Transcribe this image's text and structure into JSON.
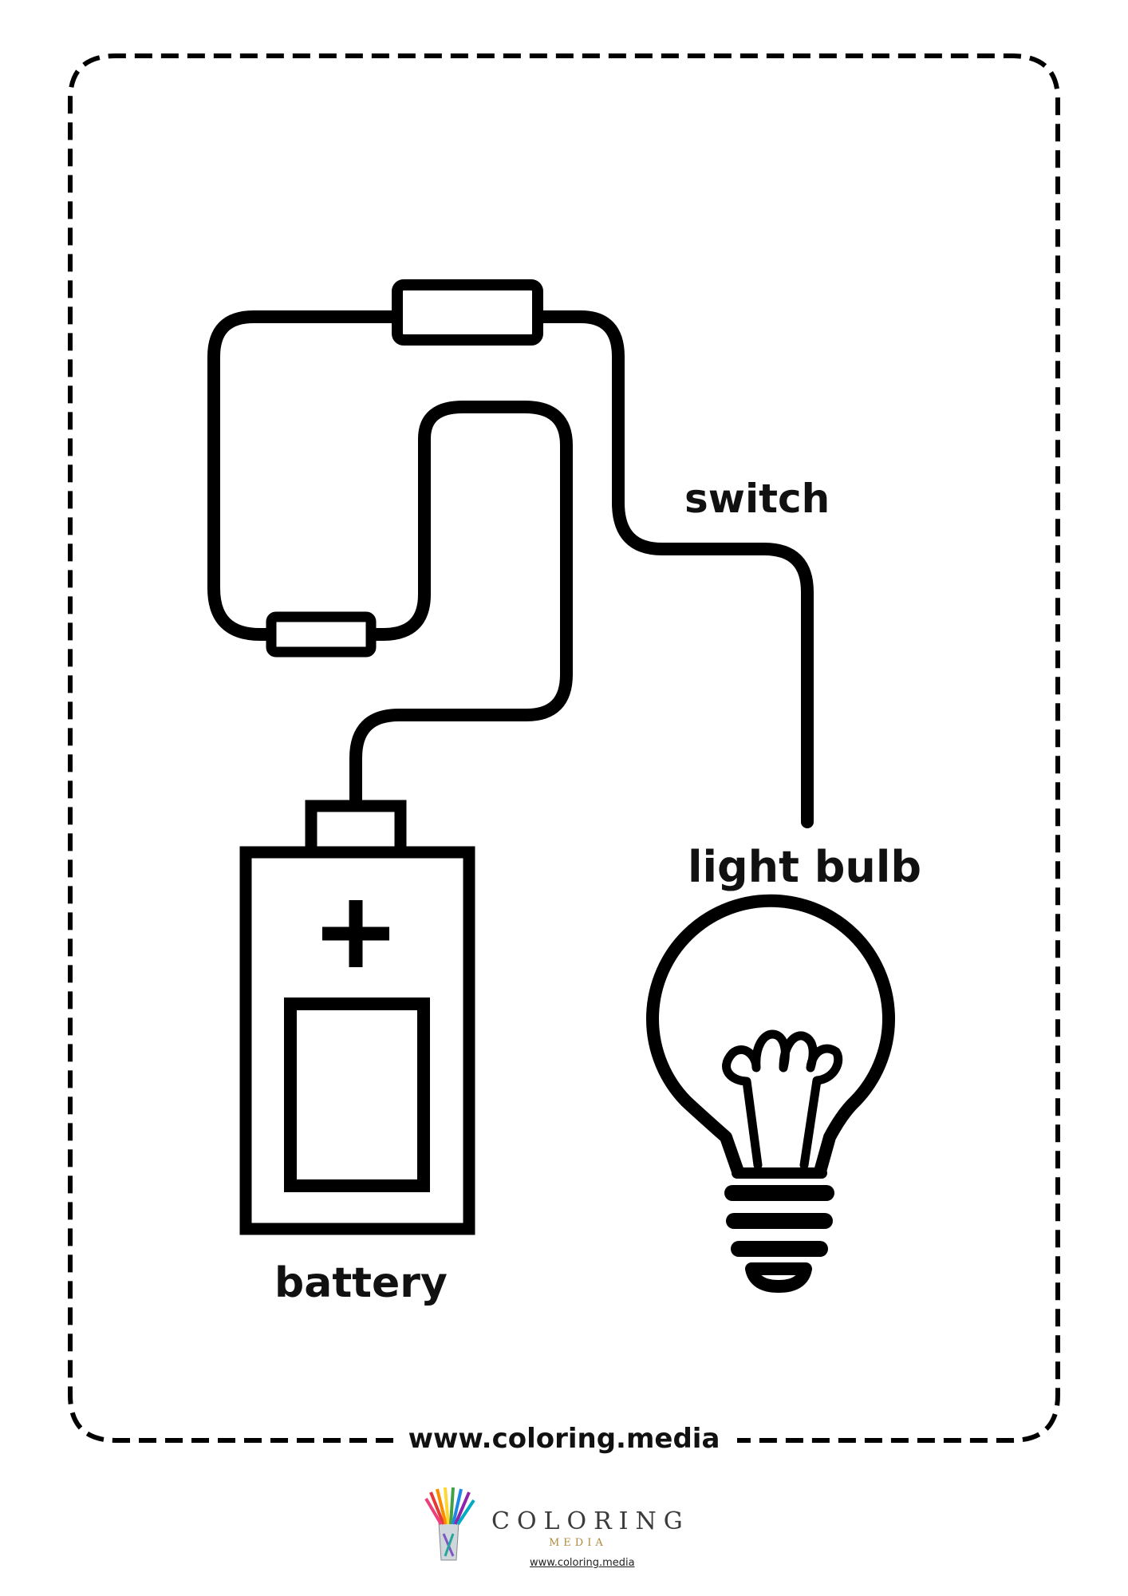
{
  "labels": {
    "switch": "switch",
    "light_bulb": "light bulb",
    "battery": "battery"
  },
  "footer": {
    "site_url": "www.coloring.media"
  },
  "logo": {
    "word": "COLORING",
    "sub": "MEDIA",
    "url": "www.coloring.media"
  },
  "colors": {
    "ink": "#000000",
    "logo_text": "#3b3b3b",
    "logo_accent": "#b08a3e"
  }
}
